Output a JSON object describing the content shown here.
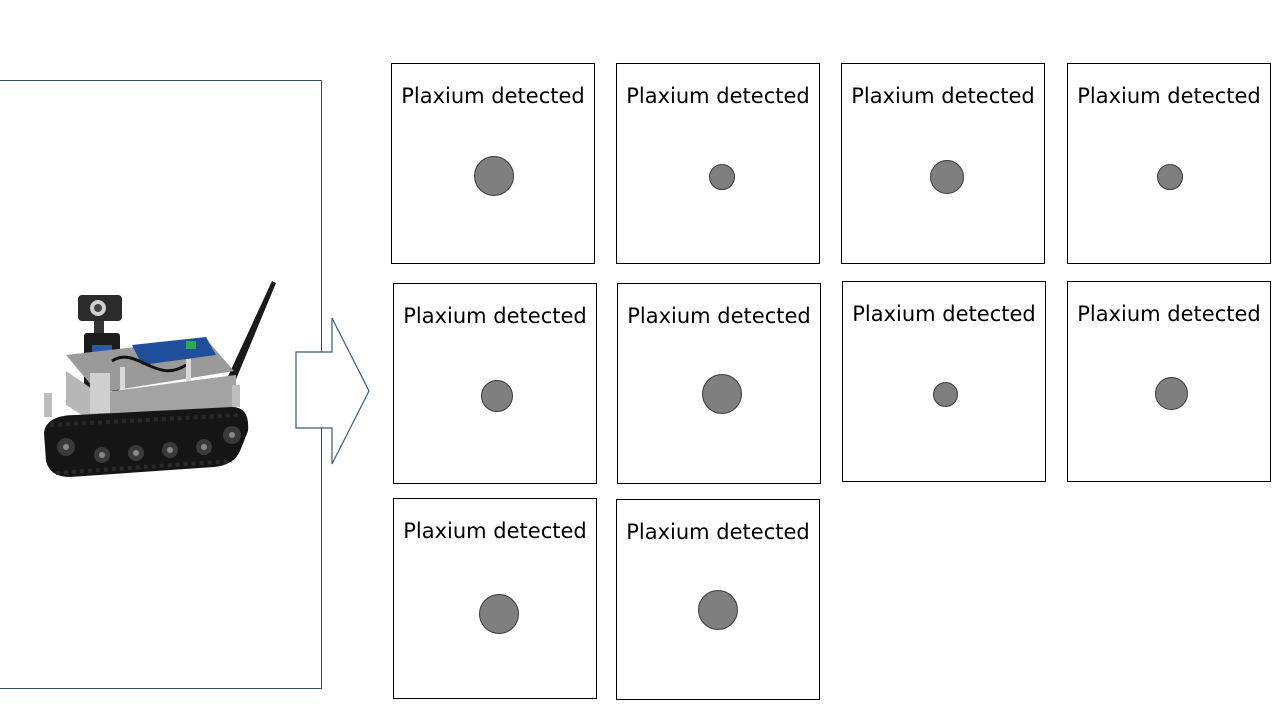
{
  "panels": [
    {
      "label": "Plaxium detected",
      "size": "large"
    },
    {
      "label": "Plaxium detected",
      "size": "small"
    },
    {
      "label": "Plaxium detected",
      "size": "medium"
    },
    {
      "label": "Plaxium detected",
      "size": "small"
    },
    {
      "label": "Plaxium detected",
      "size": "medium"
    },
    {
      "label": "Plaxium detected",
      "size": "large"
    },
    {
      "label": "Plaxium detected",
      "size": "small"
    },
    {
      "label": "Plaxium detected",
      "size": "medium"
    },
    {
      "label": "Plaxium detected",
      "size": "large"
    },
    {
      "label": "Plaxium detected",
      "size": "large"
    }
  ],
  "colors": {
    "blob_fill": "#7f7f7f",
    "blob_stroke": "#3a3a3a",
    "panel_border": "#2f4a6a"
  }
}
